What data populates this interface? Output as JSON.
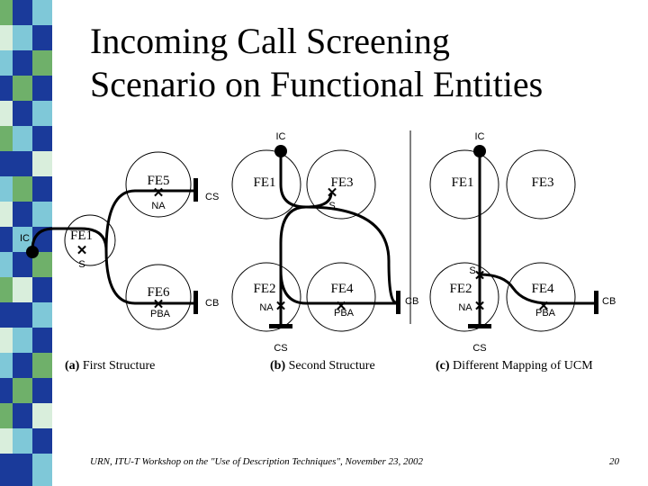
{
  "slide": {
    "title_line1": "Incoming Call Screening",
    "title_line2": "Scenario on Functional Entities",
    "footer": "URN, ITU-T Workshop on the \"Use of Description Techniques\", November 23, 2002",
    "page_number": "20"
  },
  "diagram": {
    "first": {
      "caption_prefix": "(a)",
      "caption_text": "First Structure",
      "entities": [
        "FE5",
        "FE1",
        "FE6"
      ],
      "responsibilities": [
        "NA",
        "S",
        "PBA"
      ],
      "start_label": "IC",
      "ends": [
        "CS",
        "CB"
      ]
    },
    "second": {
      "caption_prefix": "(b)",
      "caption_text": "Second Structure",
      "entities": [
        "FE1",
        "FE3",
        "FE2",
        "FE4"
      ],
      "responsibilities": [
        "S",
        "NA",
        "PBA"
      ],
      "start_label": "IC",
      "ends": [
        "CS",
        "CB"
      ]
    },
    "third": {
      "caption_prefix": "(c)",
      "caption_text": "Different Mapping of UCM",
      "entities": [
        "FE1",
        "FE3",
        "FE2",
        "FE4"
      ],
      "responsibilities": [
        "S",
        "NA",
        "PBA"
      ],
      "start_label": "IC",
      "ends": [
        "CS",
        "CB"
      ]
    }
  },
  "colors": {
    "stripe_blue": "#1a3a9a",
    "stripe_cyan": "#7fc8d8",
    "stripe_green": "#6fb06a",
    "stripe_light": "#d9eedc"
  }
}
